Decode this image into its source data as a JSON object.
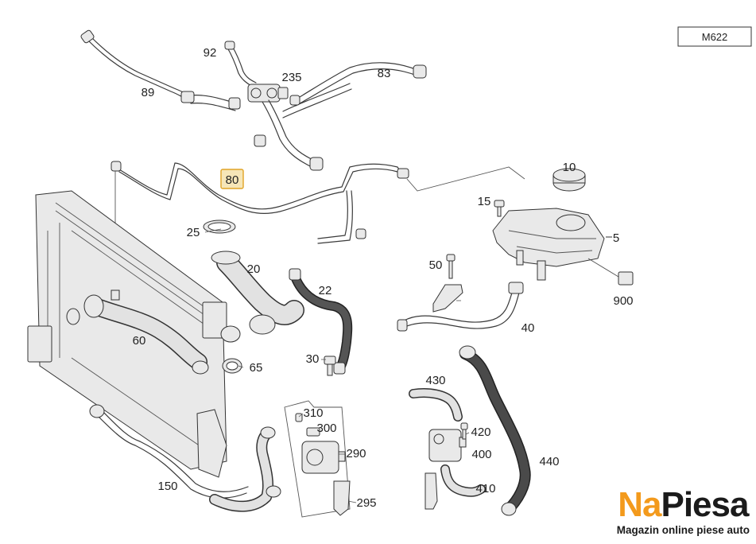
{
  "model_code": "M622",
  "callouts": {
    "c89": "89",
    "c92": "92",
    "c235": "235",
    "c83": "83",
    "c80": "80",
    "c10": "10",
    "c15": "15",
    "c5": "5",
    "c25": "25",
    "c20": "20",
    "c22": "22",
    "c50": "50",
    "c900": "900",
    "c60": "60",
    "c40": "40",
    "c30": "30",
    "c65": "65",
    "c430": "430",
    "c310": "310",
    "c300": "300",
    "c420": "420",
    "c290": "290",
    "c400": "400",
    "c440": "440",
    "c150": "150",
    "c410": "410",
    "c295": "295"
  },
  "highlighted_callout": "80",
  "colors": {
    "highlight_fill": "#f6e6b8",
    "highlight_stroke": "#e0a426",
    "brand_accent": "#f39a1c"
  },
  "brand": {
    "logo_part1": "Na",
    "logo_part2": "Piesa",
    "tagline": "Magazin online piese auto"
  }
}
